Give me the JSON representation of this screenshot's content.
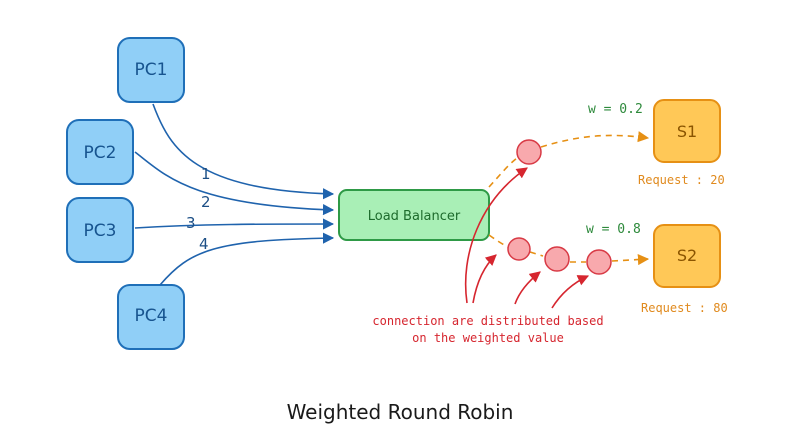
{
  "clients": [
    {
      "label": "PC1",
      "arrow_label": "1"
    },
    {
      "label": "PC2",
      "arrow_label": "2"
    },
    {
      "label": "PC3",
      "arrow_label": "3"
    },
    {
      "label": "PC4",
      "arrow_label": "4"
    }
  ],
  "load_balancer": {
    "label": "Load Balancer"
  },
  "servers": [
    {
      "label": "S1",
      "weight": "w = 0.2",
      "requests": "Request : 20"
    },
    {
      "label": "S2",
      "weight": "w = 0.8",
      "requests": "Request : 80"
    }
  ],
  "annotation": {
    "line1": "connection are distributed based",
    "line2": "on the weighted value"
  },
  "title": "Weighted Round Robin",
  "colors": {
    "client_fill": "#90cff7",
    "client_stroke": "#1f6fb8",
    "lb_fill": "#a9efb6",
    "lb_stroke": "#2e9a46",
    "server_fill": "#ffc857",
    "server_stroke": "#e69014",
    "packet_fill": "#f8a9ad",
    "packet_stroke": "#d83a45",
    "arrow_blue": "#1f63ad",
    "arrow_orange": "#e69014",
    "annotation_red": "#d6262f"
  }
}
